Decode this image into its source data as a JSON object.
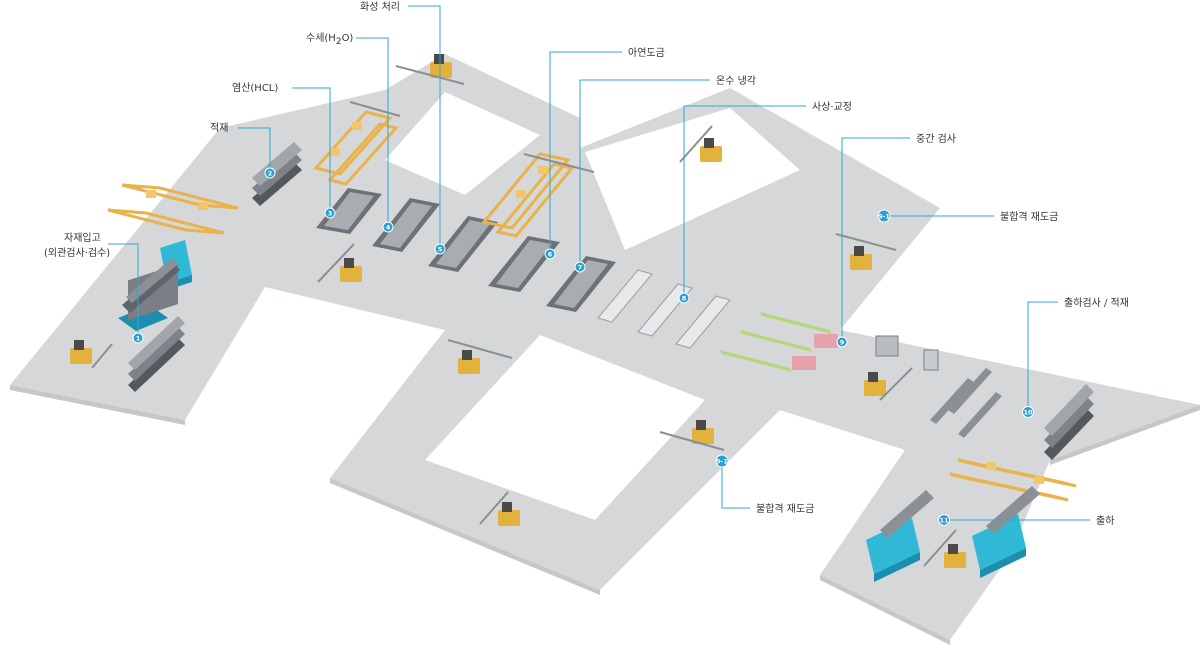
{
  "labels": {
    "l1": "자재입고",
    "l1b": "(외관검사·검수)",
    "l2": "적재",
    "l3": "염산(HCL)",
    "l4a": "수세(H",
    "l4sub": "2",
    "l4b": "O)",
    "l5": "화성 처리",
    "l6": "아연도금",
    "l7": "온수 냉각",
    "l8": "사상·교정",
    "l9": "중간 검사",
    "l91a": "불합격 재도금",
    "l91b": "불합격 재도금",
    "l10": "출하검사 / 적재",
    "l11": "출하"
  },
  "badges": {
    "b1": "1",
    "b2": "2",
    "b3": "3",
    "b4": "4",
    "b5": "5",
    "b6": "6",
    "b7": "7",
    "b8": "8",
    "b9": "9",
    "b91a": "9-1",
    "b91b": "9-1",
    "b10": "10",
    "b11": "11"
  },
  "colors": {
    "accent": "#2e9fd1",
    "floor": "#d6d7d9",
    "crane": "#e9b24a",
    "truck": "#2fb9d7",
    "forklift": "#e3b23c"
  },
  "icons": [
    "crane-icon",
    "forklift-icon",
    "truck-icon",
    "tank-icon",
    "pipe-stack-icon"
  ]
}
